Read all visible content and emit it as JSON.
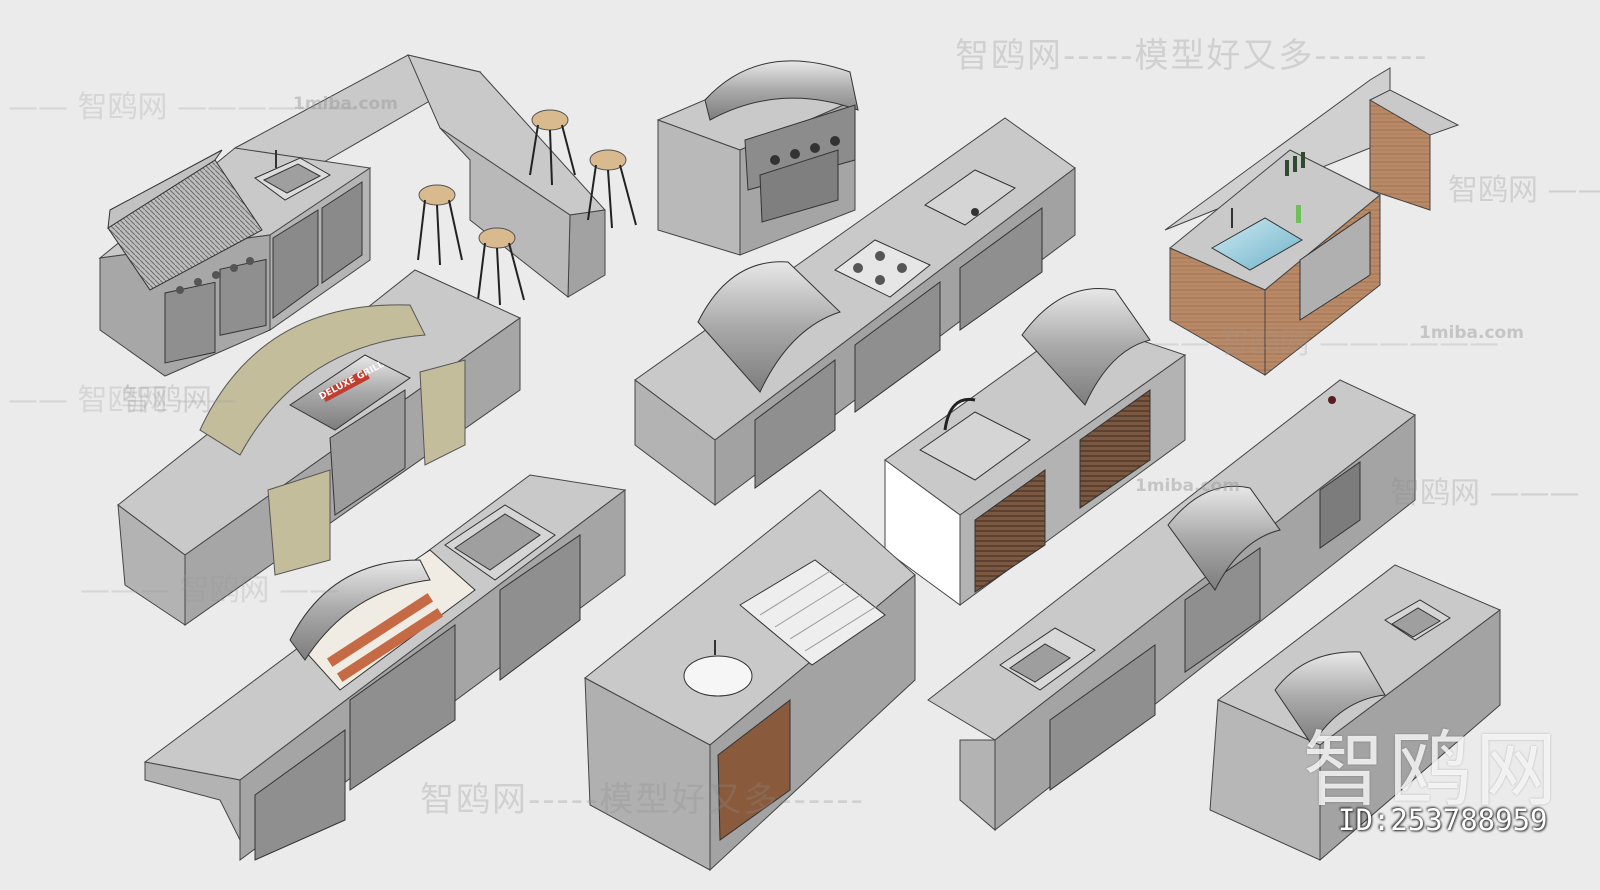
{
  "watermarks": {
    "top_center": "智鸥网-----模型好又多--------",
    "top_left_line": "—— 智鸥网 ——————",
    "site_1": "1miba.com",
    "site_2": "1miba.com",
    "site_3": "1miba.com",
    "left_mid_1": "智鸥网",
    "left_mid_2": "—— 智鸥网 ——",
    "left_low": "——— 智鸥网 ——",
    "right_top": "智鸥网 ——",
    "right_mid": "—— 智鸥网 ——————",
    "right_low": "智鸥网 ———",
    "bottom_center": "智鸥网-----模型好又多------"
  },
  "logo": {
    "text": "智鸥网",
    "id_label": "ID:253788959"
  },
  "grill_brand": "DELUXE GRILL",
  "colors": {
    "counter_top": "#c9c9c9",
    "counter_side": "#b3b3b3",
    "counter_front": "#a2a2a2",
    "steel": "#8f8f8f",
    "steel_light": "#d6d6d6",
    "wood": "#b98a67",
    "wood_dark": "#6b4a34",
    "stone": "#c4bd9c",
    "stool_top": "#d9b98e"
  }
}
